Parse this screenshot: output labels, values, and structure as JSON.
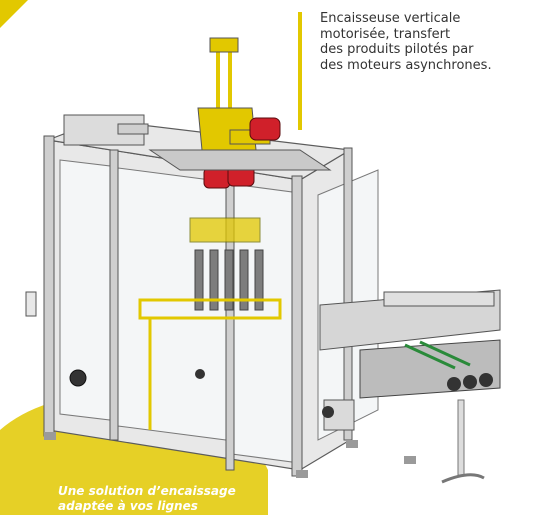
{
  "caption": {
    "lines": [
      "Encaisseuse verticale",
      "motorisée, transfert",
      "des produits pilotés par",
      "des moteurs asynchrones."
    ]
  },
  "slogan": {
    "lines": [
      "Une solution d’encaissage",
      "adaptée à vos lignes"
    ]
  },
  "colors": {
    "accent_yellow": "#e2c800",
    "motor_red": "#d0202a",
    "frame_grey": "#9a9a9a"
  },
  "icons": [
    "machine-illustration",
    "corner-accent-icon"
  ]
}
